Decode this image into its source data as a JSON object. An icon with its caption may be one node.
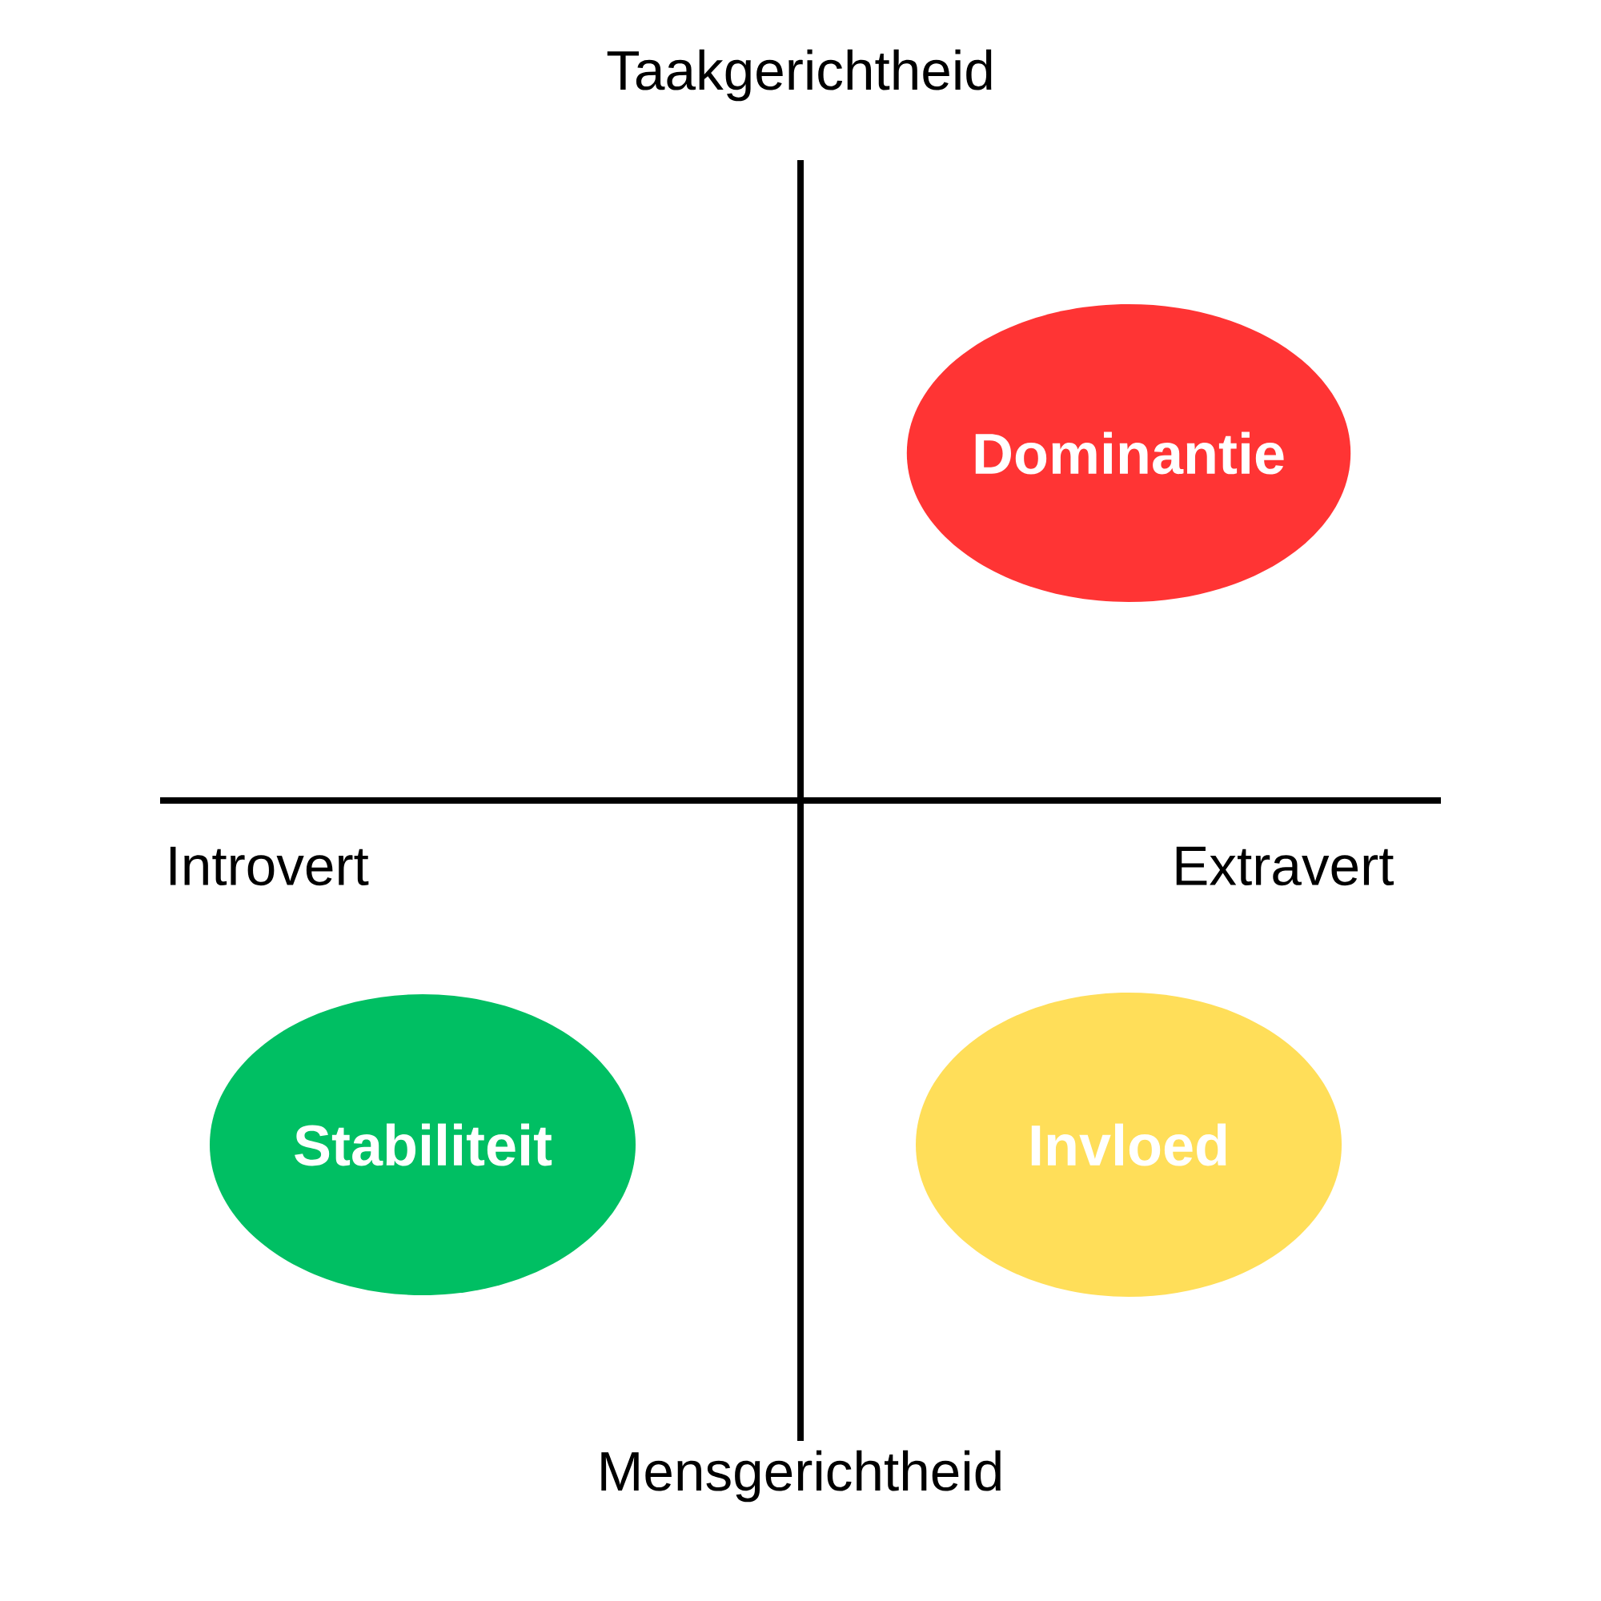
{
  "diagram": {
    "nodes": [
      {
        "text": [
          "Dominantie"
        ]
      },
      {
        "text": [
          "Stabiliteit"
        ]
      },
      {
        "text": [
          "Invloed"
        ]
      }
    ],
    "labels": [
      "Taakgerichtheid",
      "Introvert",
      "Extravert",
      "Mensgerichtheid"
    ]
  }
}
